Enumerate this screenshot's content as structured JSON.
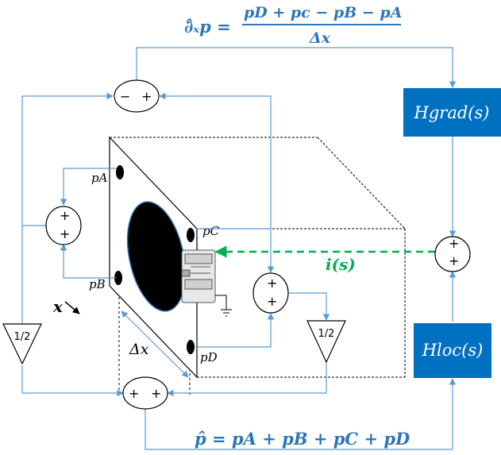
{
  "equations": {
    "grad_lhs": "∂̂ₓp =",
    "grad_num": "pD + pc − pB − pA",
    "grad_den": "Δx",
    "sum": "p̂ = pA + pB + pC + pD"
  },
  "blocks": {
    "grad": "Hgrad(s)",
    "loc": "Hloc(s)"
  },
  "summers": {
    "top_left": "−",
    "top_right": "+",
    "left_top": "+",
    "left_bottom": "+",
    "mid_top": "+",
    "mid_bottom": "+",
    "right_top": "+",
    "right_bottom": "+",
    "bottom_left": "+",
    "bottom_right": "+"
  },
  "gains": {
    "left": "1/2",
    "right": "1/2"
  },
  "labels": {
    "pA": "pA",
    "pB": "pB",
    "pC": "pC",
    "pD": "pD",
    "x_axis": "x",
    "delta_x": "Δx",
    "current": "i(s)"
  },
  "colors": {
    "wire": "#5b9bd5",
    "block": "#0070c0",
    "equation": "#2e75b6",
    "current": "#00b050"
  }
}
